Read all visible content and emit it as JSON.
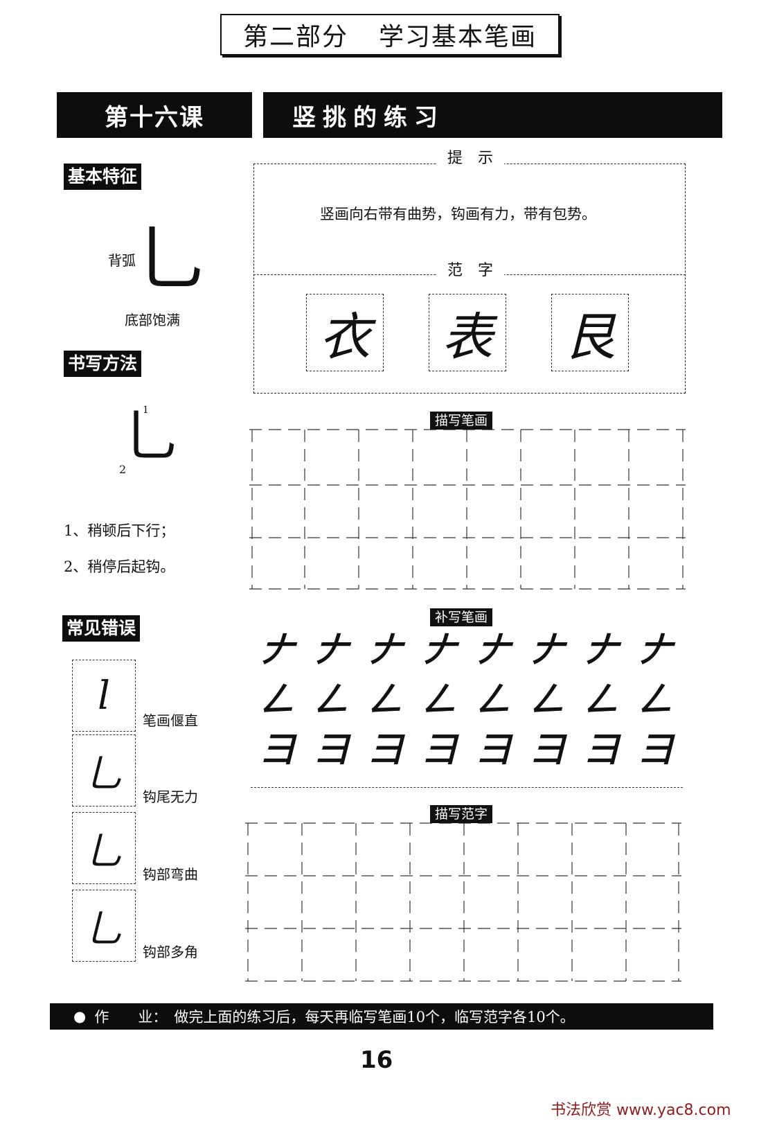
{
  "header": {
    "part": "第二部分",
    "part_title": "学习基本笔画"
  },
  "lesson": {
    "number": "第十六课",
    "topic": "竖挑的练习"
  },
  "sidebar": {
    "features_tag": "基本特征",
    "stroke_glyph": "乚",
    "label_back_arc": "背弧",
    "label_bottom_full": "底部饱满",
    "method_tag": "书写方法",
    "step_num_1": "1",
    "step_num_2": "2",
    "step_1": "1、稍顿后下行；",
    "step_2": "2、稍停后起钩。",
    "mistakes_tag": "常见错误",
    "mistakes": [
      {
        "glyph": "l",
        "label": "笔画偃直"
      },
      {
        "glyph": "乚",
        "label": "钩尾无力"
      },
      {
        "glyph": "乚",
        "label": "钩部弯曲"
      },
      {
        "glyph": "乚",
        "label": "钩部多角"
      }
    ]
  },
  "tips": {
    "heading": "提　示",
    "text": "竖画向右带有曲势，钩画有力，带有包势。"
  },
  "examples": {
    "heading": "范　字",
    "chars": [
      "衣",
      "表",
      "艮"
    ]
  },
  "trace_strokes": {
    "label": "描写笔画"
  },
  "fill_strokes": {
    "label": "补写笔画",
    "rows": [
      [
        "𠂇",
        "𠂇",
        "𠂇",
        "𠂇",
        "𠂇",
        "𠂇",
        "𠂇",
        "𠂇"
      ],
      [
        "𠃋",
        "𠃋",
        "𠃋",
        "𠃋",
        "𠃋",
        "𠃋",
        "𠃋",
        "𠃋"
      ],
      [
        "⺕",
        "⺕",
        "⺕",
        "⺕",
        "⺕",
        "⺕",
        "⺕",
        "⺕"
      ]
    ]
  },
  "trace_chars": {
    "label": "描写范字"
  },
  "homework": {
    "bullet": "●",
    "label": "作　　业：",
    "text": "做完上面的练习后，每天再临写笔画10个，临写范字各10个。"
  },
  "page_number": "16",
  "watermark": "书法欣赏 www.yac8.com"
}
